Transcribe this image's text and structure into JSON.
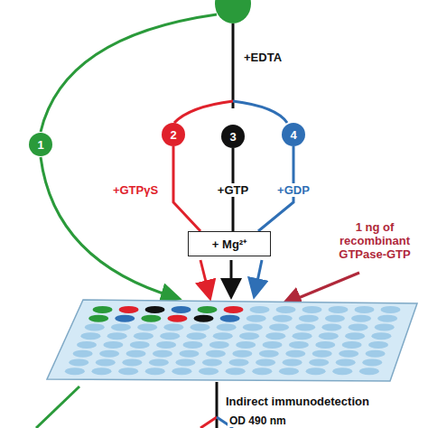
{
  "diagram": {
    "nodes": [
      {
        "text": [
          "1"
        ]
      },
      {
        "text": [
          "2"
        ]
      },
      {
        "text": [
          "3"
        ]
      },
      {
        "text": [
          "4"
        ]
      },
      {
        "text": [
          "+ Mg²⁺"
        ]
      }
    ],
    "edges": [
      {
        "from": 1,
        "to": 4,
        "arrow": "none"
      },
      {
        "from": 2,
        "to": 4,
        "arrow": "none"
      },
      {
        "from": 3,
        "to": 4,
        "arrow": "none"
      }
    ],
    "labels": [
      "+EDTA",
      "+GTPγS",
      "+GTP",
      "+GDP",
      "1 ng of recombinant GTPase-GTP",
      "Indirect immunodetection",
      "OD 490 nm"
    ]
  }
}
